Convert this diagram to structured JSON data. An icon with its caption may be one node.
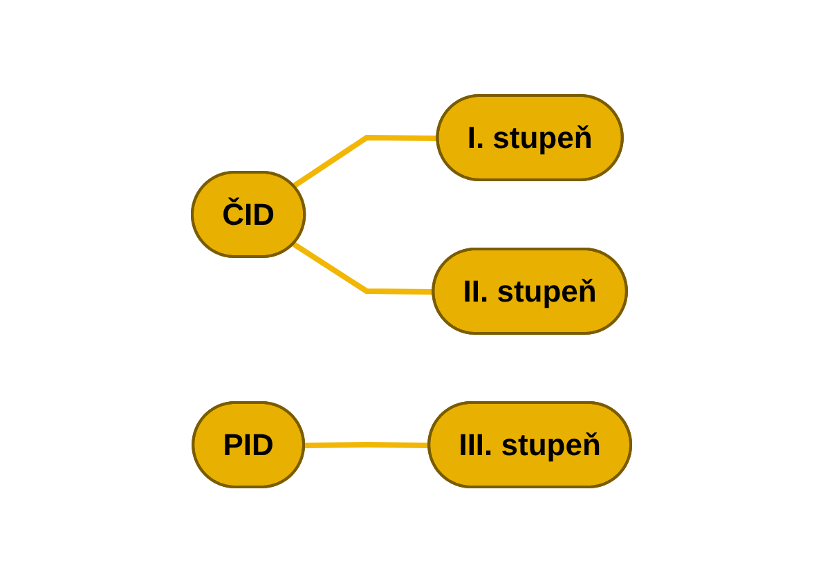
{
  "diagram": {
    "nodes": [
      {
        "text": [
          "ČID"
        ]
      },
      {
        "text": [
          "I. stupeň"
        ]
      },
      {
        "text": [
          "II. stupeň"
        ]
      },
      {
        "text": [
          "PID"
        ]
      },
      {
        "text": [
          "III. stupeň"
        ]
      }
    ],
    "edges": [
      {
        "from": 0,
        "to": 1,
        "arrow": "none"
      },
      {
        "from": 0,
        "to": 2,
        "arrow": "none"
      },
      {
        "from": 3,
        "to": 4,
        "arrow": "none"
      }
    ]
  }
}
